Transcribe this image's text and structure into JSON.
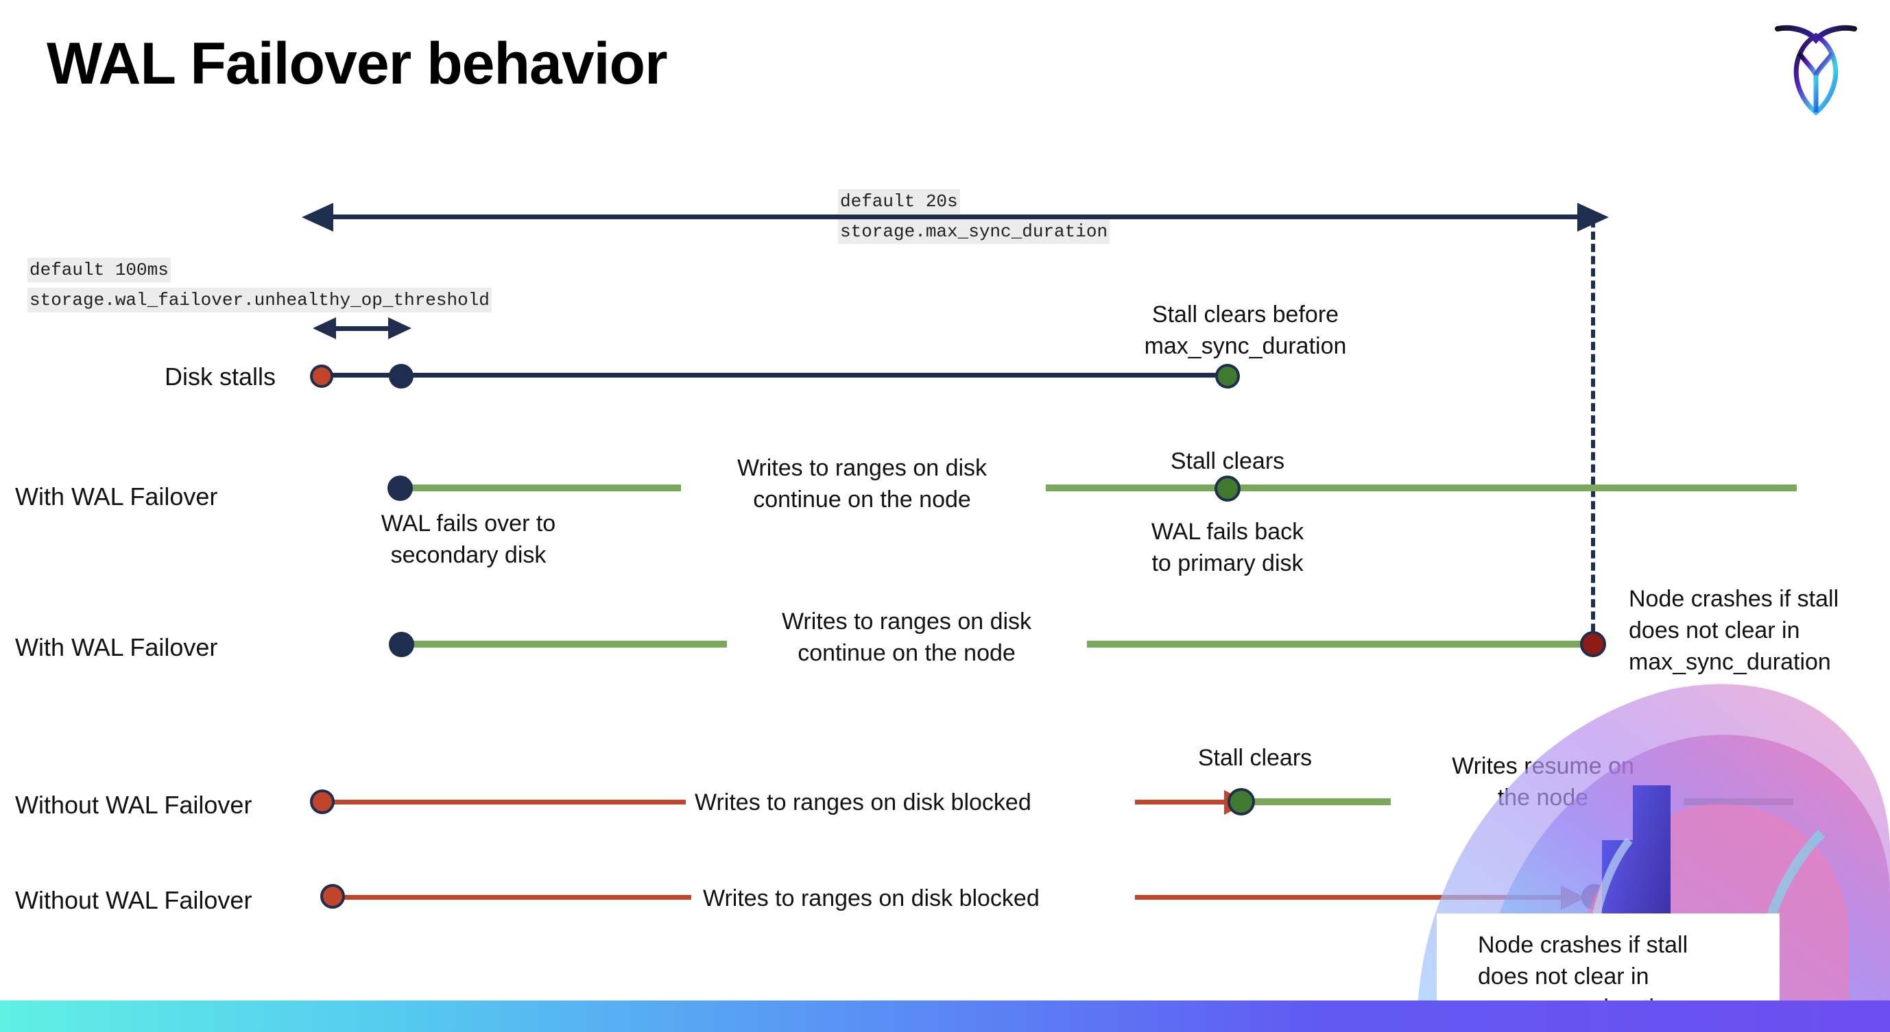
{
  "slide": {
    "title": "WAL Failover behavior",
    "logo_name": "cockroachdb-logo"
  },
  "annotations": {
    "max_sync": {
      "default": "default 20s",
      "setting": "storage.max_sync_duration"
    },
    "unhealthy": {
      "default": "default 100ms",
      "setting": "storage.wal_failover.unhealthy_op_threshold"
    }
  },
  "rows": [
    {
      "label": "Disk stalls",
      "notes": [
        "Stall clears before",
        "max_sync_duration"
      ]
    },
    {
      "label": "With WAL Failover",
      "note_left": [
        "Writes to ranges on disk",
        "continue on the node"
      ],
      "note_below_left": [
        "WAL fails over to",
        "secondary disk"
      ],
      "note_mid": "Stall clears",
      "note_below_mid": [
        "WAL fails  back",
        "to primary disk"
      ]
    },
    {
      "label": "With WAL Failover",
      "note_left": [
        "Writes to ranges on disk",
        "continue on the node"
      ],
      "note_right": [
        "Node crashes if stall",
        "does not clear in",
        "max_sync_duration"
      ]
    },
    {
      "label": "Without WAL Failover",
      "note_left": "Writes to ranges on disk  blocked",
      "note_mid": "Stall clears",
      "note_right": [
        "Writes resume on",
        "the node"
      ]
    },
    {
      "label": "Without WAL Failover",
      "note_left": "Writes to ranges on disk  blocked",
      "note_right": [
        "Node crashes if stall",
        "does not clear in",
        "max_sync_duration"
      ]
    }
  ],
  "colors": {
    "navy": "#1f2d4e",
    "green_line": "#7aa95c",
    "green_dot": "#3f7a2e",
    "red_line": "#c0452a",
    "red_dot": "#c0452a",
    "dark_red_dot": "#8f1b16",
    "chip_bg": "#ececec"
  }
}
